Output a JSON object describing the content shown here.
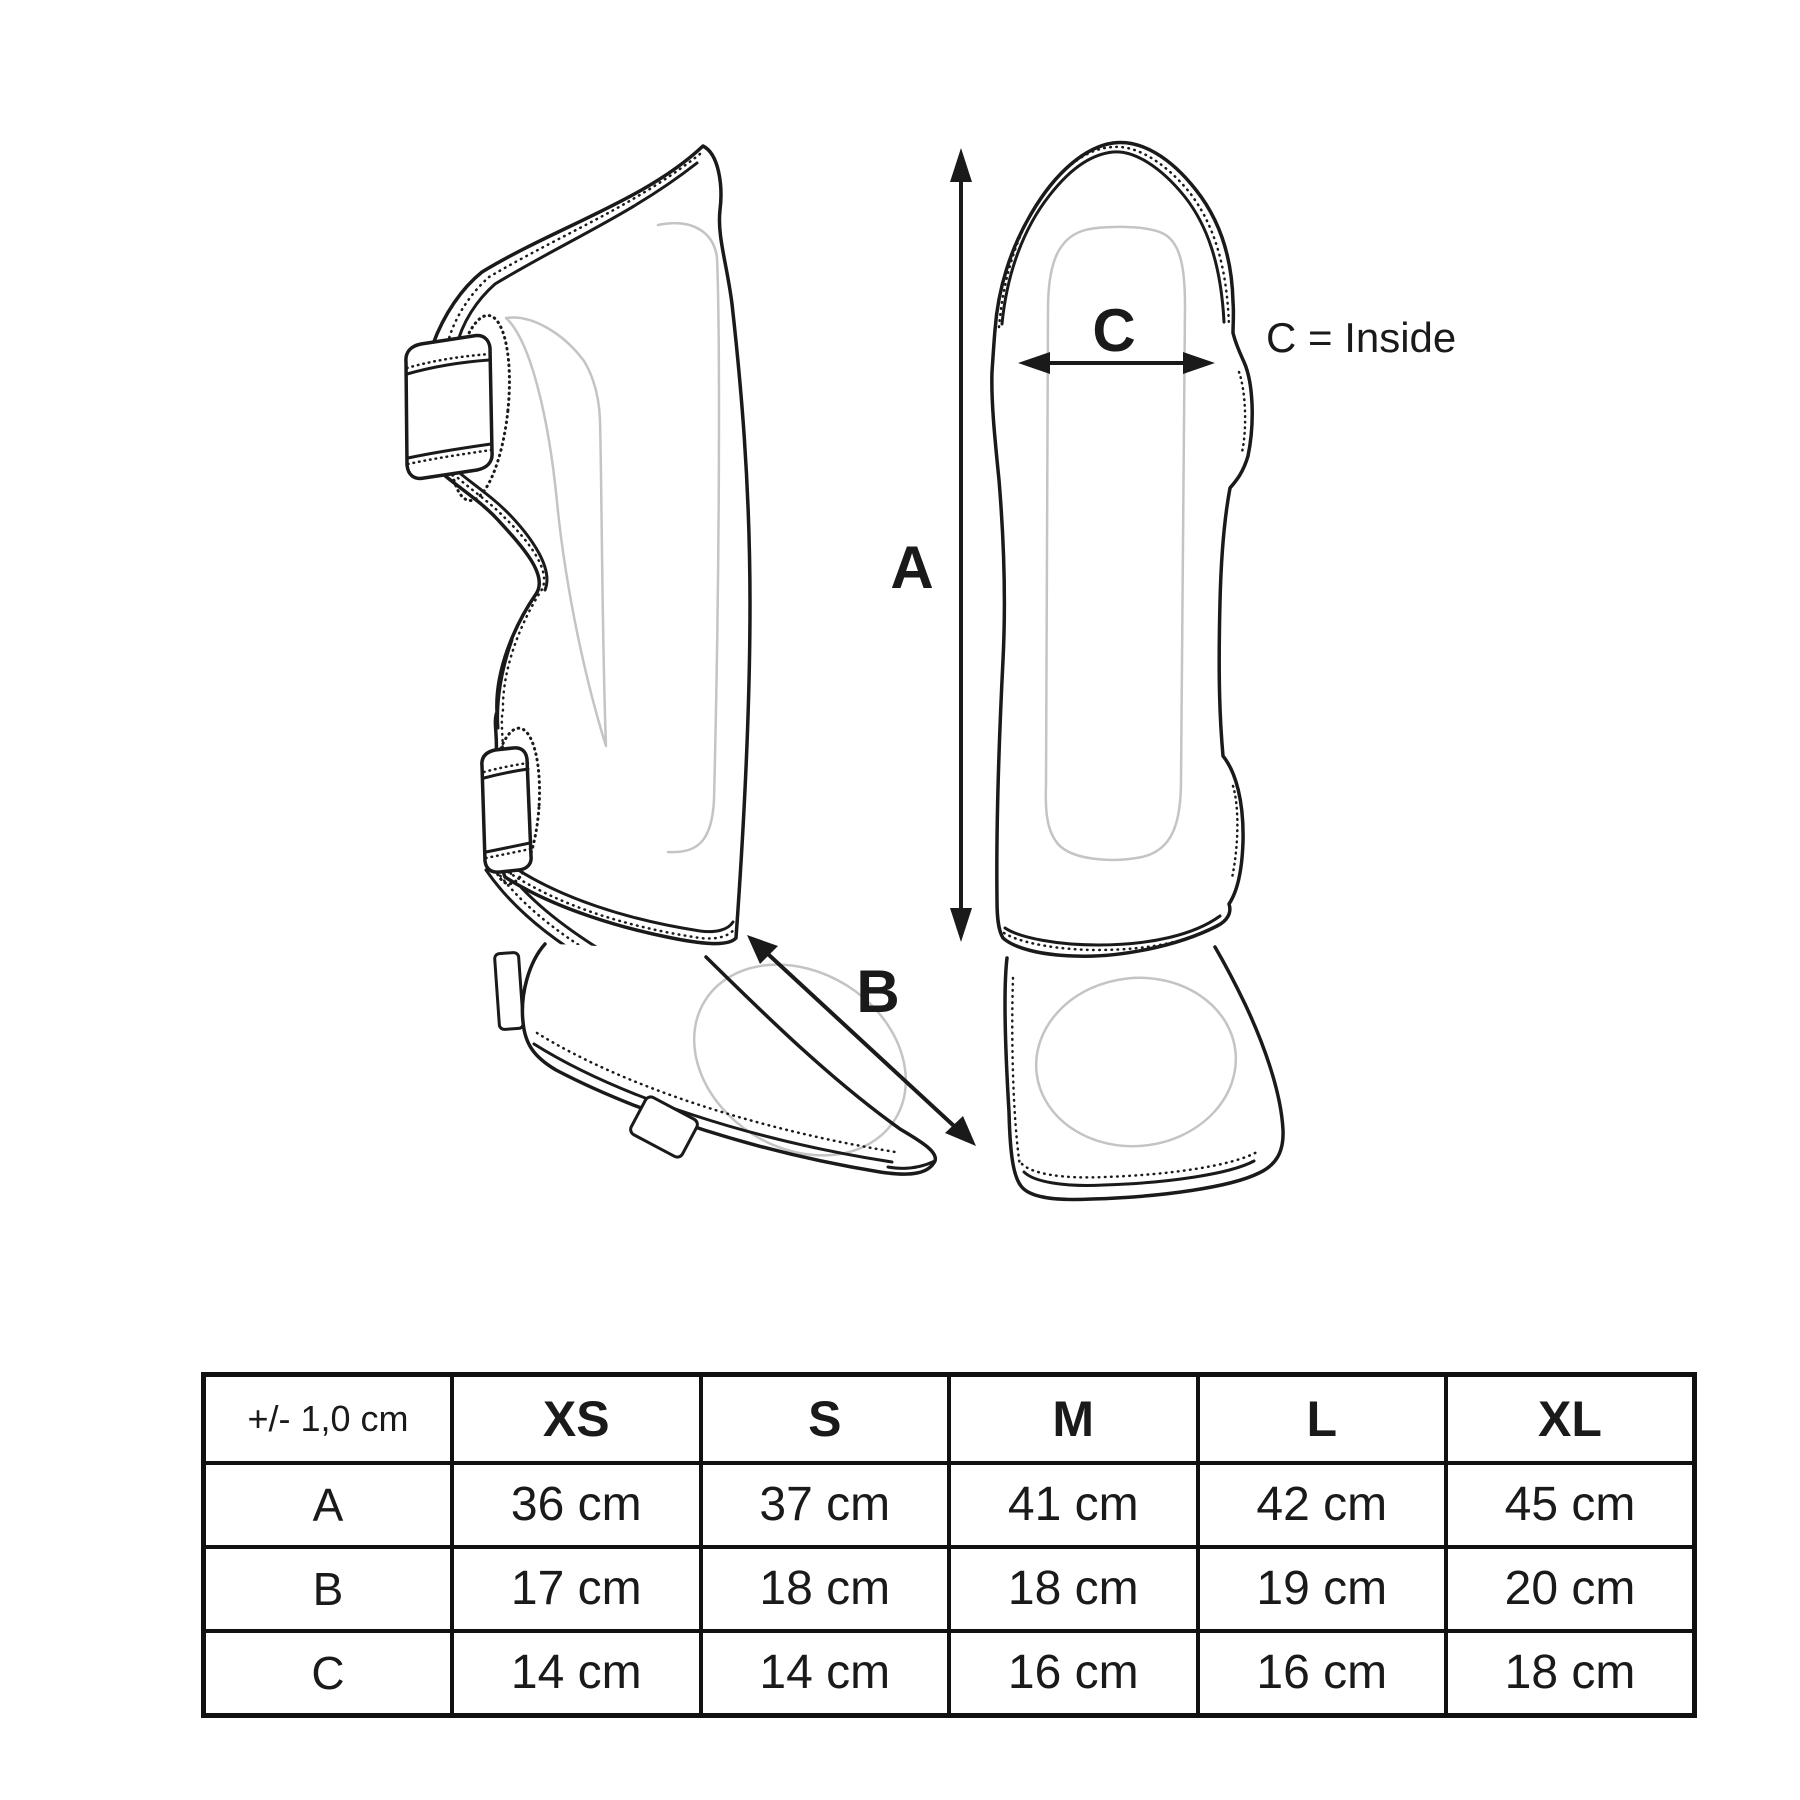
{
  "figure": {
    "label_a": "A",
    "label_b": "B",
    "label_c": "C",
    "note_c_inside": "C = Inside"
  },
  "table": {
    "tolerance_label": "+/- 1,0 cm",
    "size_columns": [
      "XS",
      "S",
      "M",
      "L",
      "XL"
    ],
    "rows": [
      {
        "label": "A",
        "values": [
          "36 cm",
          "37 cm",
          "41 cm",
          "42 cm",
          "45 cm"
        ]
      },
      {
        "label": "B",
        "values": [
          "17 cm",
          "18 cm",
          "18 cm",
          "19 cm",
          "20 cm"
        ]
      },
      {
        "label": "C",
        "values": [
          "14 cm",
          "14 cm",
          "16 cm",
          "16 cm",
          "18 cm"
        ]
      }
    ]
  },
  "colors": {
    "line": "#1a1a1a",
    "detail_gray": "#c4c4c4",
    "background": "#ffffff"
  }
}
